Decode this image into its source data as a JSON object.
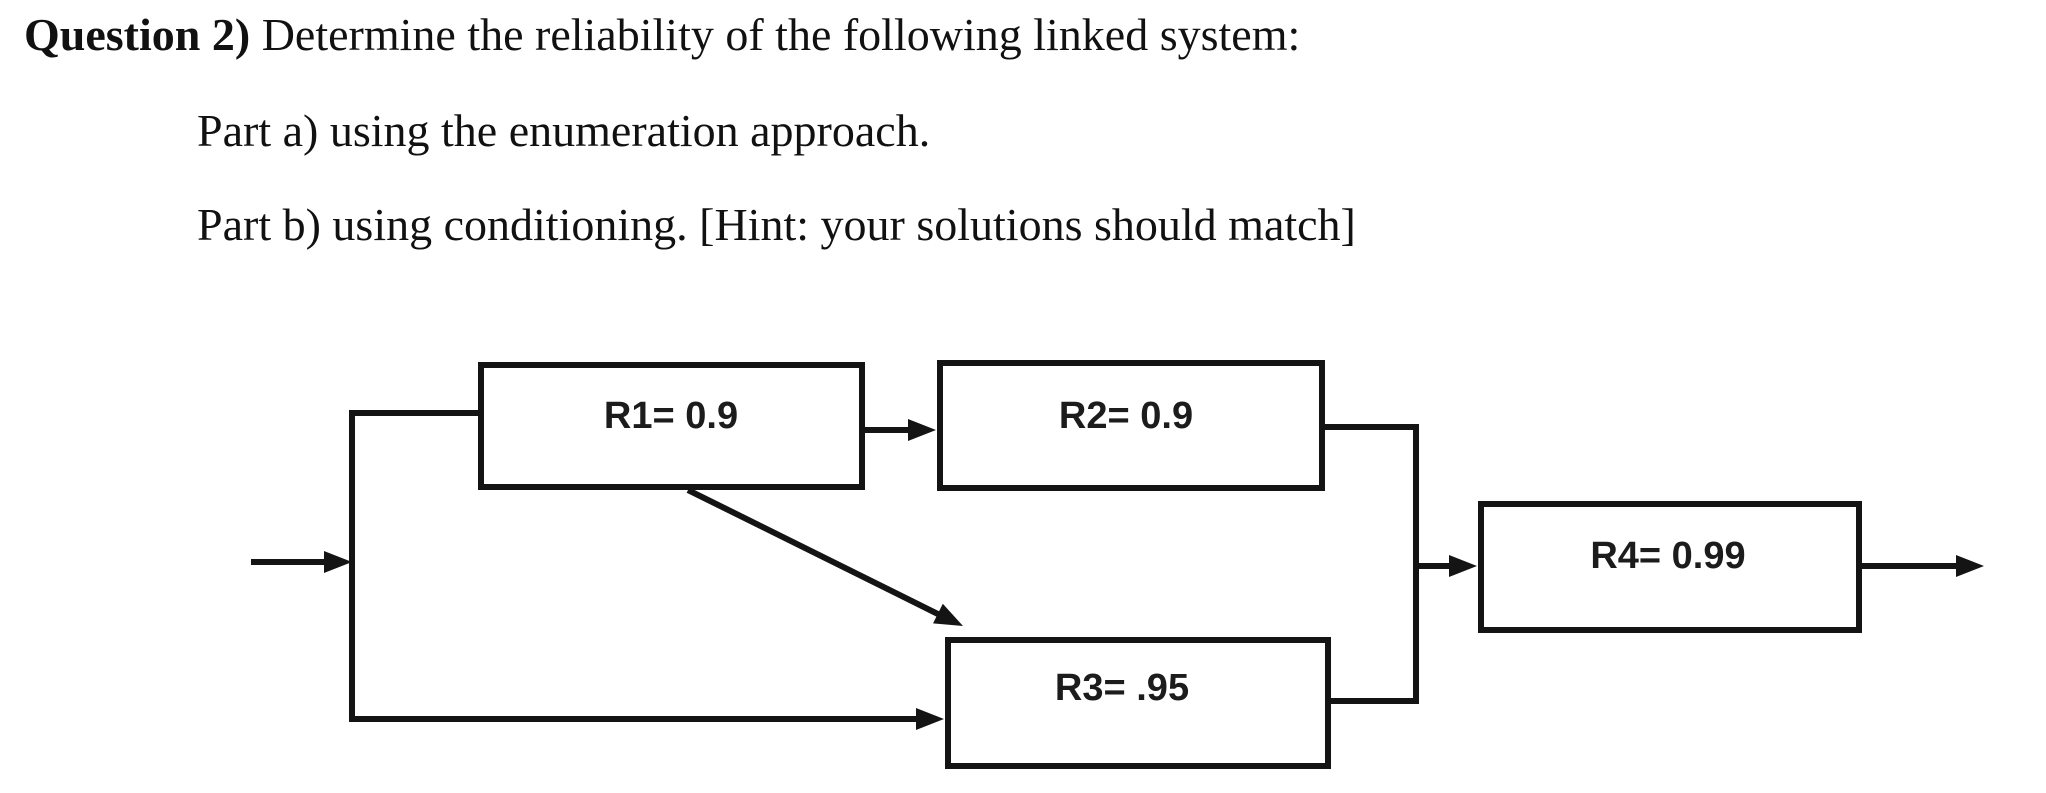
{
  "page": {
    "background": "#ffffff",
    "ink": "#141414"
  },
  "question": {
    "heading_bold": "Question 2)",
    "heading_rest": " Determine the reliability of the following linked system:",
    "part_a": "Part a) using the enumeration approach.",
    "part_b": "Part b) using conditioning. [Hint: your solutions should match]"
  },
  "diagram": {
    "type": "reliability-block-diagram",
    "blocks": [
      {
        "id": "R1",
        "label": "R1= 0.9",
        "reliability": 0.9
      },
      {
        "id": "R2",
        "label": "R2= 0.9",
        "reliability": 0.9
      },
      {
        "id": "R3",
        "label": "R3= .95",
        "reliability": 0.95
      },
      {
        "id": "R4",
        "label": "R4= 0.99",
        "reliability": 0.99
      }
    ],
    "connections": [
      {
        "from": "input",
        "to": "R1"
      },
      {
        "from": "input",
        "to": "R3"
      },
      {
        "from": "R1",
        "to": "R2"
      },
      {
        "from": "R1",
        "to": "R3"
      },
      {
        "from": "R2",
        "to": "R4"
      },
      {
        "from": "R3",
        "to": "R4"
      },
      {
        "from": "R4",
        "to": "output"
      }
    ]
  }
}
